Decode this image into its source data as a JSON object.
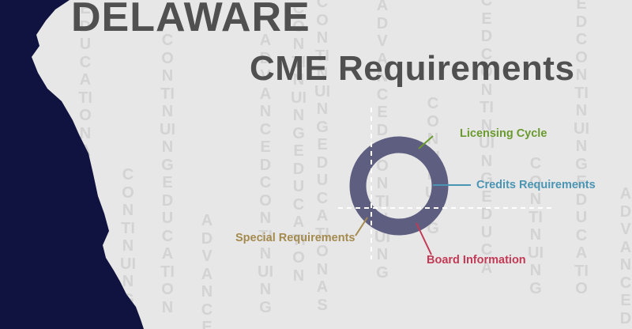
{
  "page": {
    "title": "DELAWARE",
    "subtitle": "CME Requirements"
  },
  "background_letters": [
    "EDUCATIONASSOCIATION",
    "CONTINUING",
    "CONTINUINGEDUCATION",
    "ADVANCE",
    "ADVANCEDCONTINUING",
    "CONTINUINGEDUCATION",
    "CONTINUINGEDUCATIONAS",
    "ADVANCEDCONTINUING",
    "CONTINUING",
    "CEDCONTINUINGEDUCA",
    "CONTINUING",
    "EDCONTINUINGEDUCATIO",
    "ADVANCED"
  ],
  "diagram": {
    "labels": {
      "licensing_cycle": "Licensing Cycle",
      "credits_requirements": "Credits Requirements",
      "special_requirements": "Special Requirements",
      "board_information": "Board Information"
    },
    "colors": {
      "ring": "#5e5e80",
      "licensing_cycle": "#6a9a2e",
      "credits_requirements": "#4b95b4",
      "special_requirements": "#a48a4e",
      "board_information": "#c23a55",
      "crosshair": "#ffffff"
    }
  },
  "colors": {
    "background": "#e7e7e7",
    "state_fill": "#10133f",
    "title": "#505050",
    "bg_letters": "#d3d3d3"
  }
}
